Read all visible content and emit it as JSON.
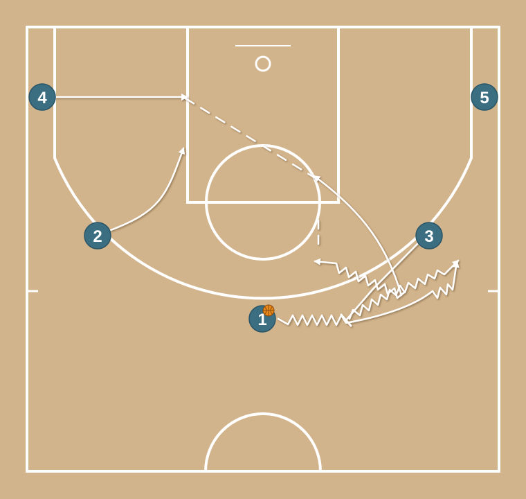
{
  "diagram": {
    "court_color": "#d2b48c",
    "line_color": "#ffffff",
    "player_color": "#3b6e80",
    "ball_color": "#e8891c",
    "players": [
      {
        "id": "p1",
        "label": "1",
        "has_ball": true
      },
      {
        "id": "p2",
        "label": "2",
        "has_ball": false
      },
      {
        "id": "p3",
        "label": "3",
        "has_ball": false
      },
      {
        "id": "p4",
        "label": "4",
        "has_ball": false
      },
      {
        "id": "p5",
        "label": "5",
        "has_ball": false
      }
    ],
    "actions": [
      {
        "type": "cut",
        "from": "4"
      },
      {
        "type": "cut",
        "from": "2"
      },
      {
        "type": "cut",
        "from": "3"
      },
      {
        "type": "screen",
        "by": "3"
      },
      {
        "type": "dribble",
        "by": "1"
      },
      {
        "type": "dribble",
        "by": "1"
      },
      {
        "type": "pass",
        "from": "4",
        "to": "3"
      },
      {
        "type": "pass",
        "from": "3"
      }
    ]
  }
}
